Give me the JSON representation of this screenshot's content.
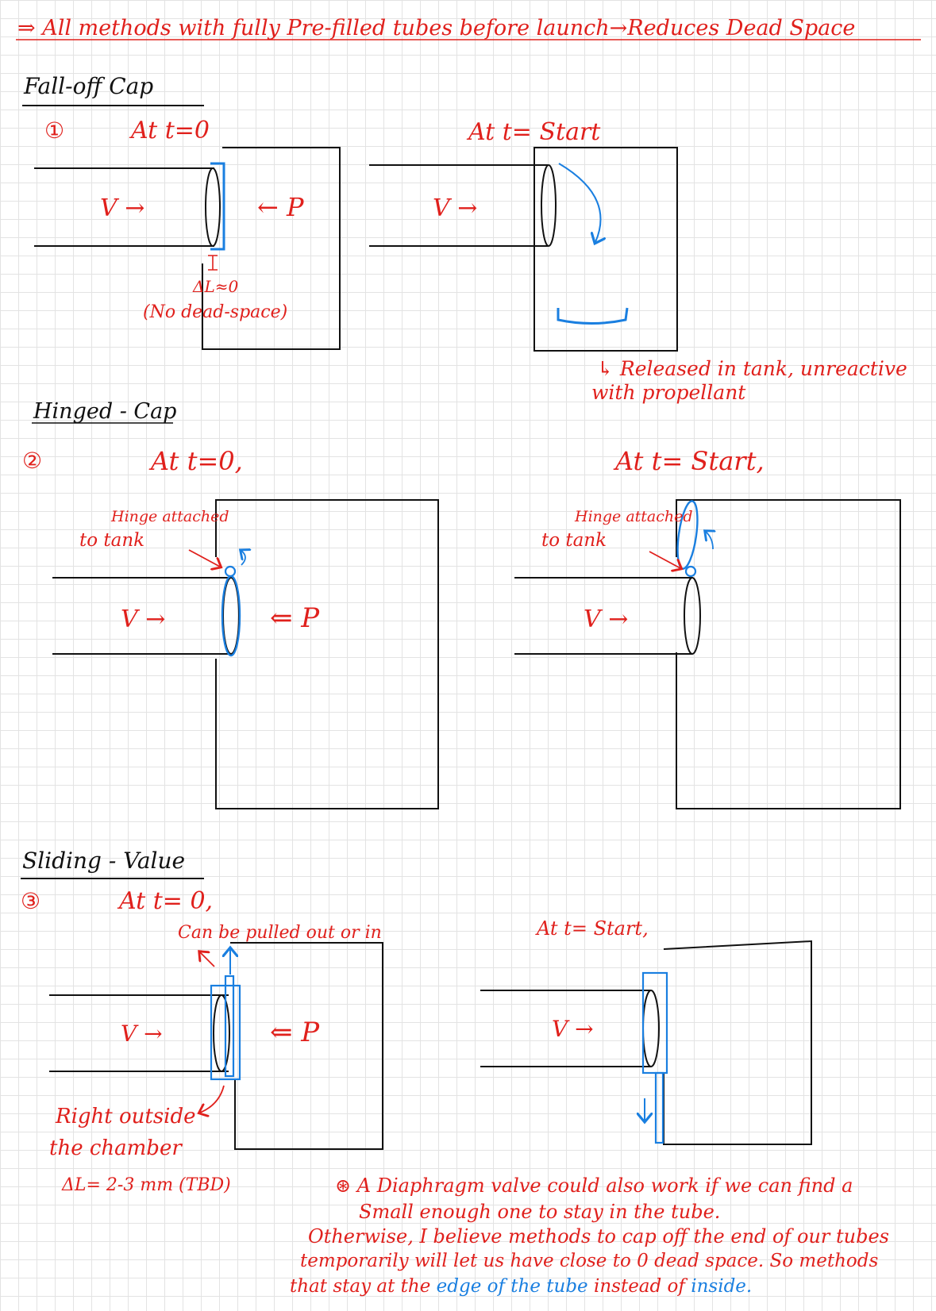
{
  "colors": {
    "red": "#e0201c",
    "blue": "#1a7fe0",
    "ink": "#111111"
  },
  "header": {
    "text": "⇒ All methods with fully Pre-filled tubes before launch→Reduces Dead Space"
  },
  "sections": {
    "fall_off": {
      "title": "Fall-off Cap",
      "number": "①",
      "t0": "At  t=0",
      "tstart": "At  t= Start",
      "v_left": "V →",
      "v_right": "V →",
      "p_label": "← P",
      "dl_label": "ΔL≈0",
      "no_dead": "(No dead-space)",
      "released_1": "↳ Released in tank, unreactive",
      "released_2": "with propellant"
    },
    "hinged": {
      "title": "Hinged - Cap",
      "number": "②",
      "t0": "At  t=0,",
      "tstart": "At  t= Start,",
      "hinge_1": "Hinge attached",
      "hinge_2": "to tank",
      "hinge_r1": "Hinge attached",
      "hinge_r2": "to tank",
      "v_left": "V →",
      "v_right": "V →",
      "p_label": "⇐ P"
    },
    "sliding": {
      "title": "Sliding - Value",
      "number": "③",
      "t0": "At  t= 0,",
      "tstart": "At  t= Start,",
      "pulled": "Can be pulled out or in",
      "v_left": "V →",
      "v_right": "V →",
      "p_label": "⇐ P",
      "outside_1": "Right outside",
      "outside_2": "the chamber",
      "dl_label": "ΔL= 2-3 mm (TBD)"
    }
  },
  "note": {
    "line1": "⊛ A Diaphragm valve could also work if we can find a",
    "line2_a": "Small enough one to stay ",
    "line2_b": "in the tube",
    "line2_c": ".",
    "line3": "Otherwise, I believe methods to cap off the end of our tubes",
    "line4": "temporarily will let us have close to 0 dead space. So methods",
    "line5_a": "that stay at the ",
    "line5_b": "edge of the tube",
    "line5_c": " instead of ",
    "line5_d": "inside."
  }
}
